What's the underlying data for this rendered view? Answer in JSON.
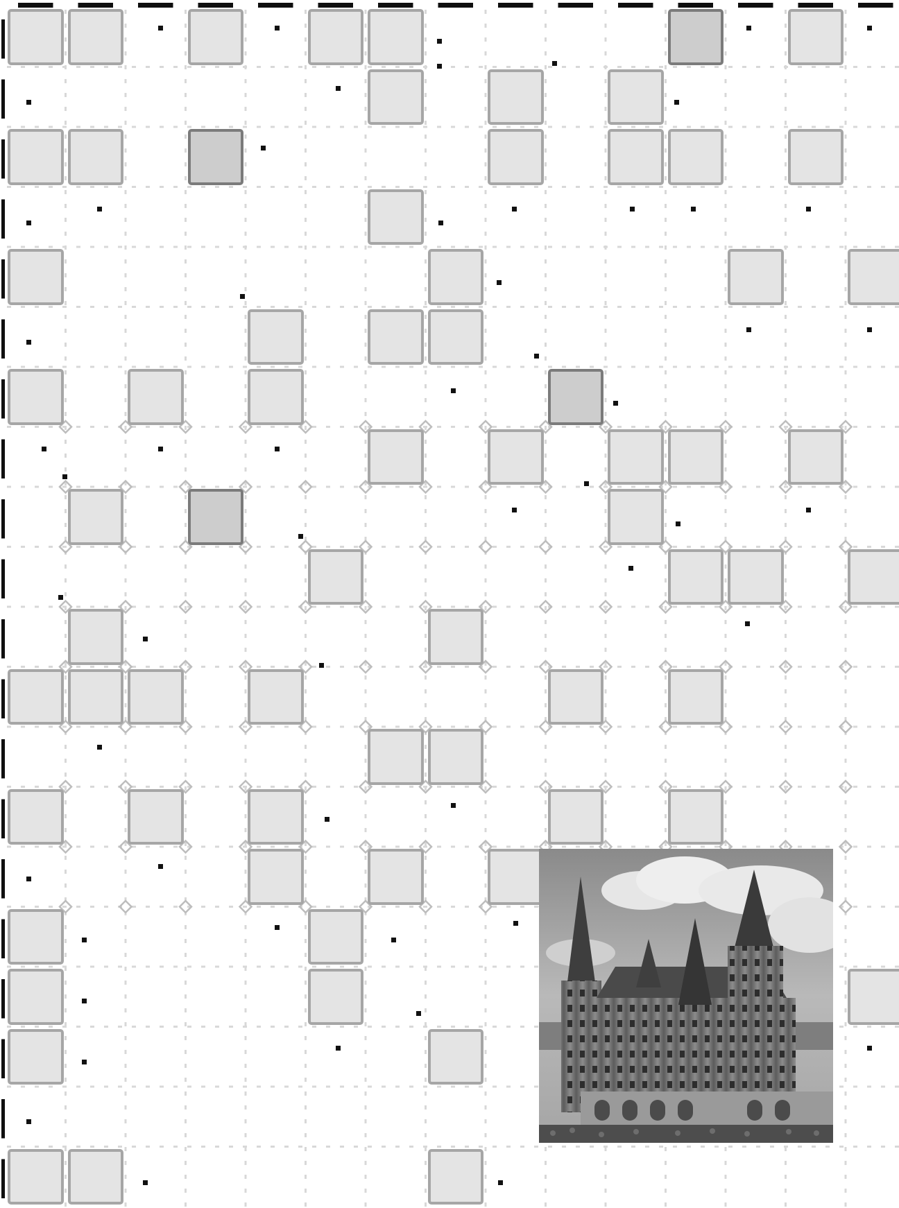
{
  "window": {
    "title": ""
  },
  "palette": {
    "cell_fill": "#dcdcdc",
    "cell_border": "#8f8f8f",
    "grid_line": "#d8d8d8",
    "node": "#bdbdbd",
    "dash": "#0f0f0f"
  },
  "board": {
    "cells": [
      {
        "label": "",
        "icon": "tile"
      },
      {
        "label": "",
        "icon": "tile"
      },
      {
        "label": "",
        "icon": "tile"
      },
      {
        "label": "",
        "icon": "tile"
      },
      {
        "label": "",
        "icon": "tile"
      },
      {
        "label": "",
        "icon": "tile"
      },
      {
        "label": "",
        "icon": "tile"
      }
    ]
  },
  "photo": {
    "subject": "castle-hotel",
    "description_icon": "photo-icon"
  }
}
